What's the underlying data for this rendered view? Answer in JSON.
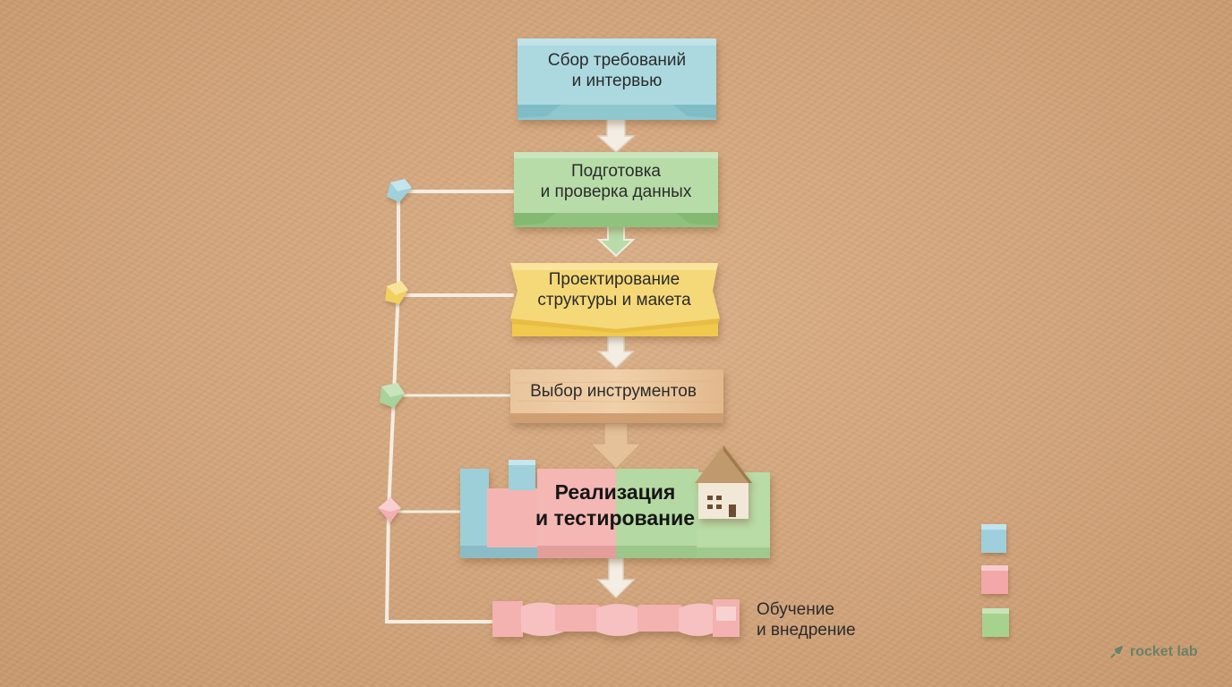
{
  "steps": [
    {
      "label": "Сбор требований\nи интервью",
      "color": "#a9d9dd"
    },
    {
      "label": "Подготовка\nи проверка данных",
      "color": "#b3dba4"
    },
    {
      "label": "Проектирование\nструктуры и макета",
      "color": "#f5d97a"
    },
    {
      "label": "Выбор инструментов",
      "color": "#ebc59a"
    },
    {
      "label": "Реализация\nи тестирование",
      "color": "#f4b7b4"
    },
    {
      "label": "Обучение\nи внедрение",
      "color": "#f2aeb0"
    }
  ],
  "legend": {
    "colors": [
      "#9fcfdc",
      "#f2a7a8",
      "#a7d28e"
    ]
  },
  "brand": {
    "name": "rocket lab"
  }
}
